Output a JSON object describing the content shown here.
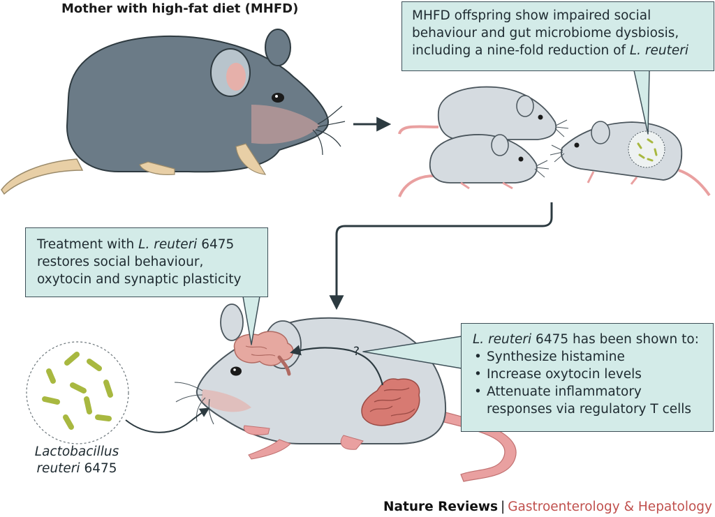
{
  "title": "Mother with high-fat diet (MHFD)",
  "offspring_callout": {
    "line1": "MHFD offspring show impaired social",
    "line2": "behaviour and gut microbiome dysbiosis,",
    "line3_prefix": "including a nine-fold reduction of ",
    "line3_species": "L. reuteri"
  },
  "treatment_callout": {
    "line1_prefix": "Treatment with ",
    "line1_species": "L. reuteri",
    "line1_suffix": " 6475",
    "line2": "restores social behaviour,",
    "line3": "oxytocin and synaptic plasticity"
  },
  "facts_callout": {
    "heading_species": "L. reuteri",
    "heading_suffix": " 6475 has been shown to:",
    "items": [
      "Synthesize histamine",
      "Increase oxytocin levels",
      "Attenuate inflammatory responses via regulatory T cells"
    ]
  },
  "bacteria_label": {
    "line1": "Lactobacillus",
    "line2_species": "reuteri",
    "line2_suffix": " 6475"
  },
  "question_mark": "?",
  "footer": {
    "brand": "Nature Reviews",
    "separator": "|",
    "journal": "Gastroenterology & Hepatology"
  },
  "colors": {
    "mother_body": "#6b7b87",
    "offspring_body": "#d5dbe0",
    "callout_fill": "#d3ebe8",
    "callout_border": "#3d4f57",
    "bacteria": "#a8b840",
    "gut": "#d77a72",
    "brain": "#e6a8a0",
    "tail_pink": "#e9a0a0",
    "tail_tan": "#e8cfa6",
    "journal_red": "#c0504d"
  }
}
